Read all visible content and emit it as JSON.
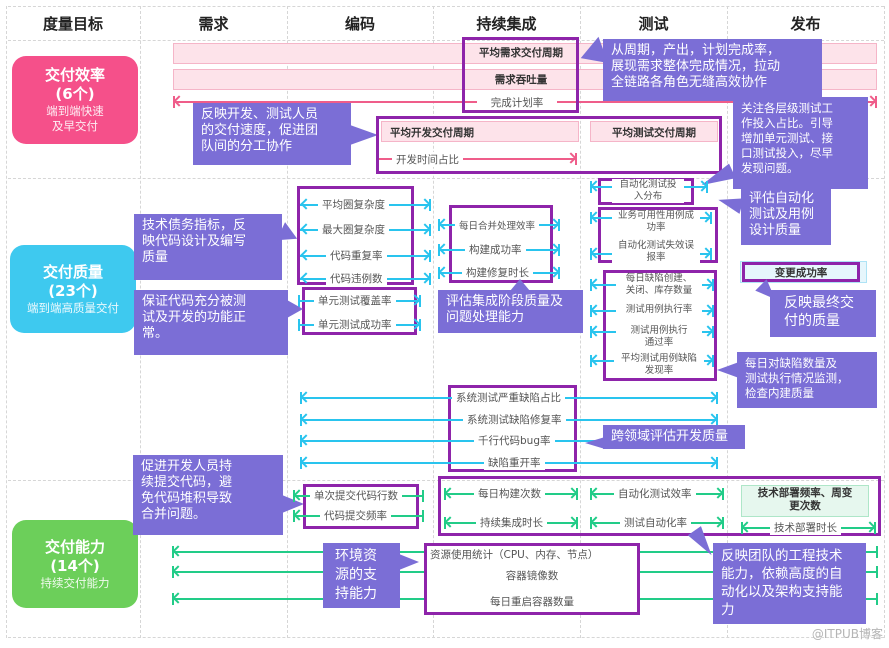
{
  "header": {
    "columns": [
      "度量目标",
      "需求",
      "编码",
      "持续集成",
      "测试",
      "发布"
    ]
  },
  "categories": [
    {
      "title": "交付效率",
      "count": "(6个)",
      "subtitle_lines": [
        "端到端快速",
        "及早交付"
      ],
      "color": "#f5508a"
    },
    {
      "title": "交付质量",
      "count": "(23个)",
      "subtitle_lines": [
        "端到端高质量交付"
      ],
      "color": "#3ec9ef"
    },
    {
      "title": "交付能力",
      "count": "(14个)",
      "subtitle_lines": [
        "持续交付能力"
      ],
      "color": "#6ccf5a"
    }
  ],
  "efficiency": {
    "metrics": {
      "avg_req_cycle": "平均需求交付周期",
      "req_throughput": "需求吞吐量",
      "plan_completion": "完成计划率",
      "avg_dev_cycle": "平均开发交付周期",
      "dev_time_ratio": "开发时间占比",
      "avg_test_cycle": "平均测试交付周期"
    },
    "callouts": {
      "dev_test_speed": [
        "反映开发、测试人员",
        "的交付速度，促进团",
        "队间的分工协作"
      ],
      "req_overview": [
        "从周期，产出，计划完成率，",
        "展现需求整体完成情况，拉动",
        "全链路各角色无缝高效协作"
      ],
      "test_investment": [
        "关注各层级测试工",
        "作投入占比。引导",
        "增加单元测试、接",
        "口测试投入，尽早",
        "发现问题。"
      ]
    }
  },
  "quality": {
    "coding_metrics": [
      "平均圈复杂度",
      "最大圈复杂度",
      "代码重复率",
      "代码违例数"
    ],
    "unit_test_metrics": [
      "单元测试覆盖率",
      "单元测试成功率"
    ],
    "ci_metrics": [
      "每日合并处理效率",
      "构建成功率",
      "构建修复时长"
    ],
    "auto_test_investment": [
      "自动化测试投",
      "入分布"
    ],
    "auto_test_quality": [
      [
        "业务可用性用例成",
        "功率"
      ],
      [
        "自动化测试失效误",
        "报率"
      ]
    ],
    "defect_metrics": [
      [
        "每日缺陷创建、",
        "关闭、库存数量"
      ],
      [
        "测试用例执行率"
      ],
      [
        "测试用例执行",
        "通过率"
      ],
      [
        "平均测试用例缺陷",
        "发现率"
      ]
    ],
    "release_metric": "变更成功率",
    "cross_metrics": [
      "系统测试严重缺陷占比",
      "系统测试缺陷修复率",
      "千行代码bug率",
      "缺陷重开率"
    ],
    "callouts": {
      "tech_debt": [
        "技术债务指标，反",
        "映代码设计及编写",
        "质量"
      ],
      "code_tested": [
        "保证代码充分被测",
        "试及开发的功能正",
        "常。"
      ],
      "ci_quality": [
        "评估集成阶段质量及",
        "问题处理能力"
      ],
      "auto_test_eval": [
        "评估自动化",
        "测试及用例",
        "设计质量"
      ],
      "final_quality": [
        "反映最终交",
        "付的质量"
      ],
      "defect_monitor": [
        "每日对缺陷数量及",
        "测试执行情况监测，",
        "检查内建质量"
      ],
      "cross_domain": [
        "跨领域评估开发质量"
      ]
    }
  },
  "capability": {
    "commit_metrics": [
      "单次提交代码行数",
      "代码提交频率"
    ],
    "ci_metrics": [
      "每日构建次数",
      "持续集成时长"
    ],
    "test_metrics": [
      "自动化测试效率",
      "测试自动化率"
    ],
    "release_metrics": {
      "deploy_freq": [
        "技术部署频率、周变",
        "更次数"
      ],
      "deploy_time": "技术部署时长"
    },
    "resource_metrics": [
      "资源使用统计（CPU、内存、节点）",
      "容器镜像数",
      "每日重启容器数量"
    ],
    "callouts": {
      "continuous_commit": [
        "促进开发人员持",
        "续提交代码，避",
        "免代码堆积导致",
        "合并问题。"
      ],
      "env_resource": [
        "环境资",
        "源的支",
        "持能力"
      ],
      "engineering": [
        "反映团队的工程技术",
        "能力，依赖高度的自",
        "动化以及架构支持能",
        "力"
      ]
    }
  },
  "watermark": "@ITPUB博客"
}
